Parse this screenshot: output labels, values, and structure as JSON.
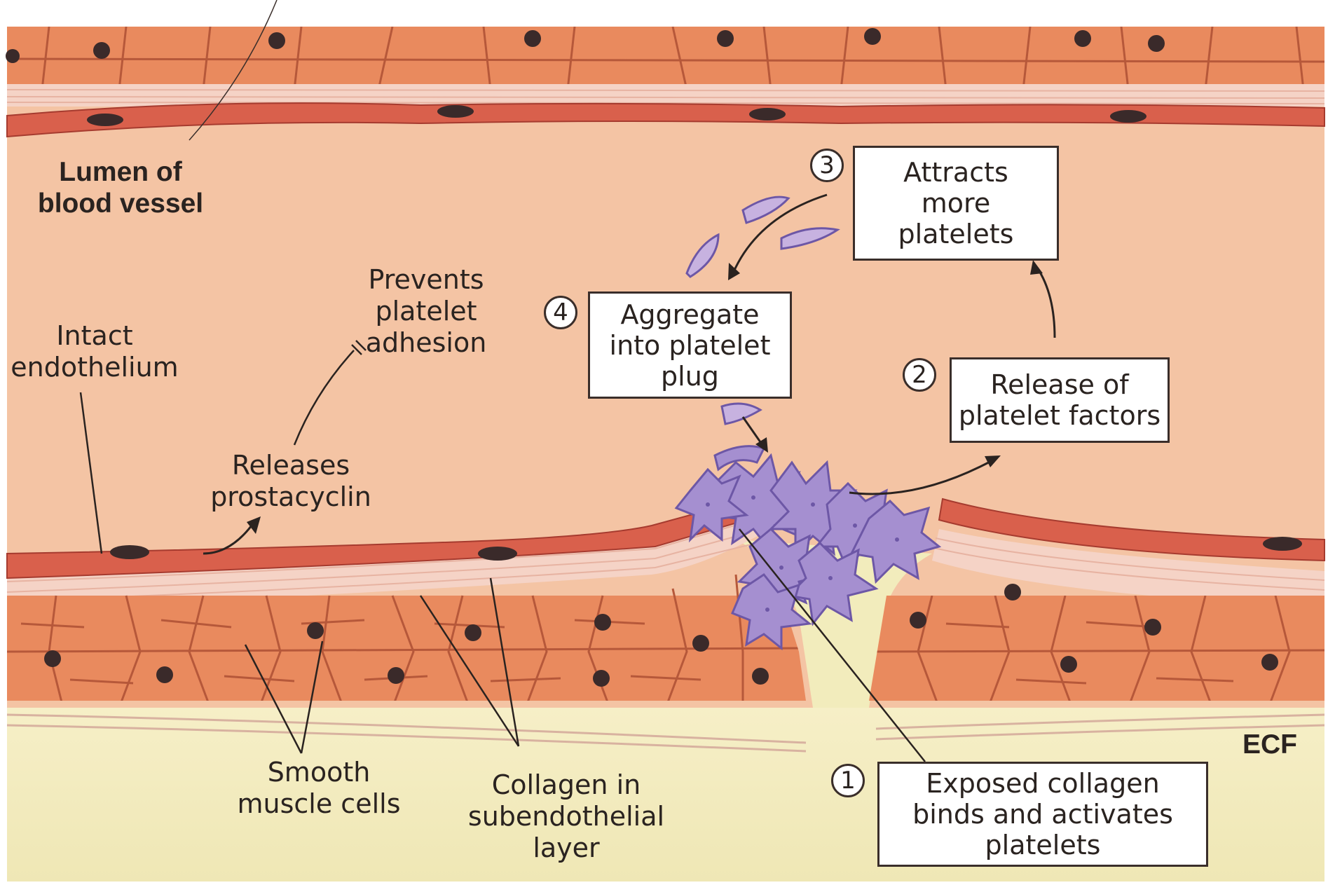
{
  "labels": {
    "lumen": "Lumen of\nblood vessel",
    "intact_endothelium": "Intact\nendothelium",
    "prevents_adhesion": "Prevents\nplatelet\nadhesion",
    "releases_prostacyclin": "Releases\nprostacyclin",
    "smooth_muscle": "Smooth\nmuscle cells",
    "collagen_layer": "Collagen in\nsubendothelial\nlayer",
    "ecf": "ECF"
  },
  "steps": [
    {
      "number": "1",
      "text": "Exposed collagen\nbinds and activates\nplatelets"
    },
    {
      "number": "2",
      "text": "Release of\nplatelet factors"
    },
    {
      "number": "3",
      "text": "Attracts\nmore\nplatelets"
    },
    {
      "number": "4",
      "text": "Aggregate\ninto platelet\nplug"
    }
  ],
  "colors": {
    "lumen": "#f4c4a4",
    "ecf": "#f2ecbc",
    "smooth_muscle": "#e98a5e",
    "endothelium": "#d9604c",
    "collagen": "#f5d3c6",
    "platelet": "#a58fd0",
    "nucleus": "#3a2a2a"
  }
}
